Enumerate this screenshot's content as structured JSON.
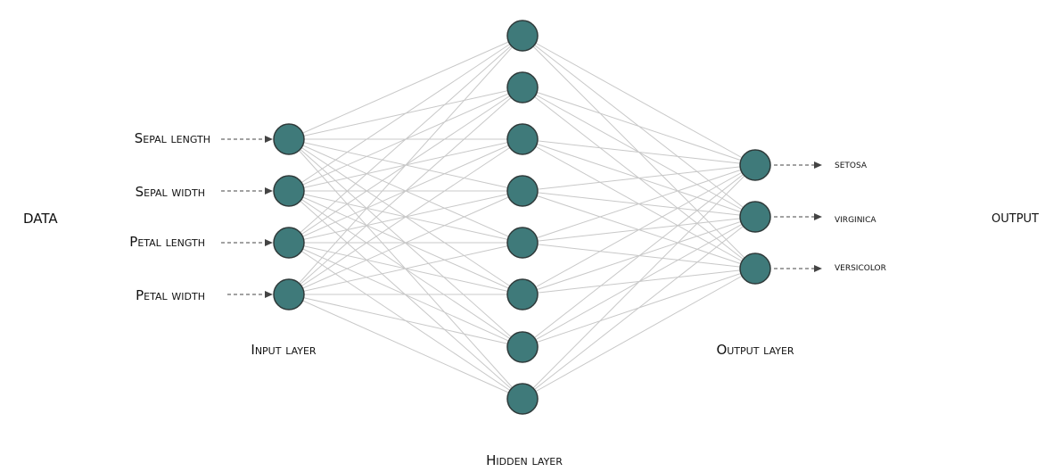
{
  "labels": {
    "data": "DATA",
    "output": "OUTPUT",
    "input_layer": "Input layer",
    "hidden_layer": "Hidden layer",
    "output_layer": "Output layer"
  },
  "inputs": [
    "Sepal length",
    "Sepal width",
    "Petal length",
    "Petal width"
  ],
  "outputs": [
    "setosa",
    "virginica",
    "versicolor"
  ],
  "layers": {
    "input_count": 4,
    "hidden_count": 8,
    "output_count": 3
  },
  "colors": {
    "node_fill": "#3f7a7a",
    "node_stroke": "#2f3a3a",
    "edge": "#c8c8c8",
    "arrow": "#444444"
  }
}
